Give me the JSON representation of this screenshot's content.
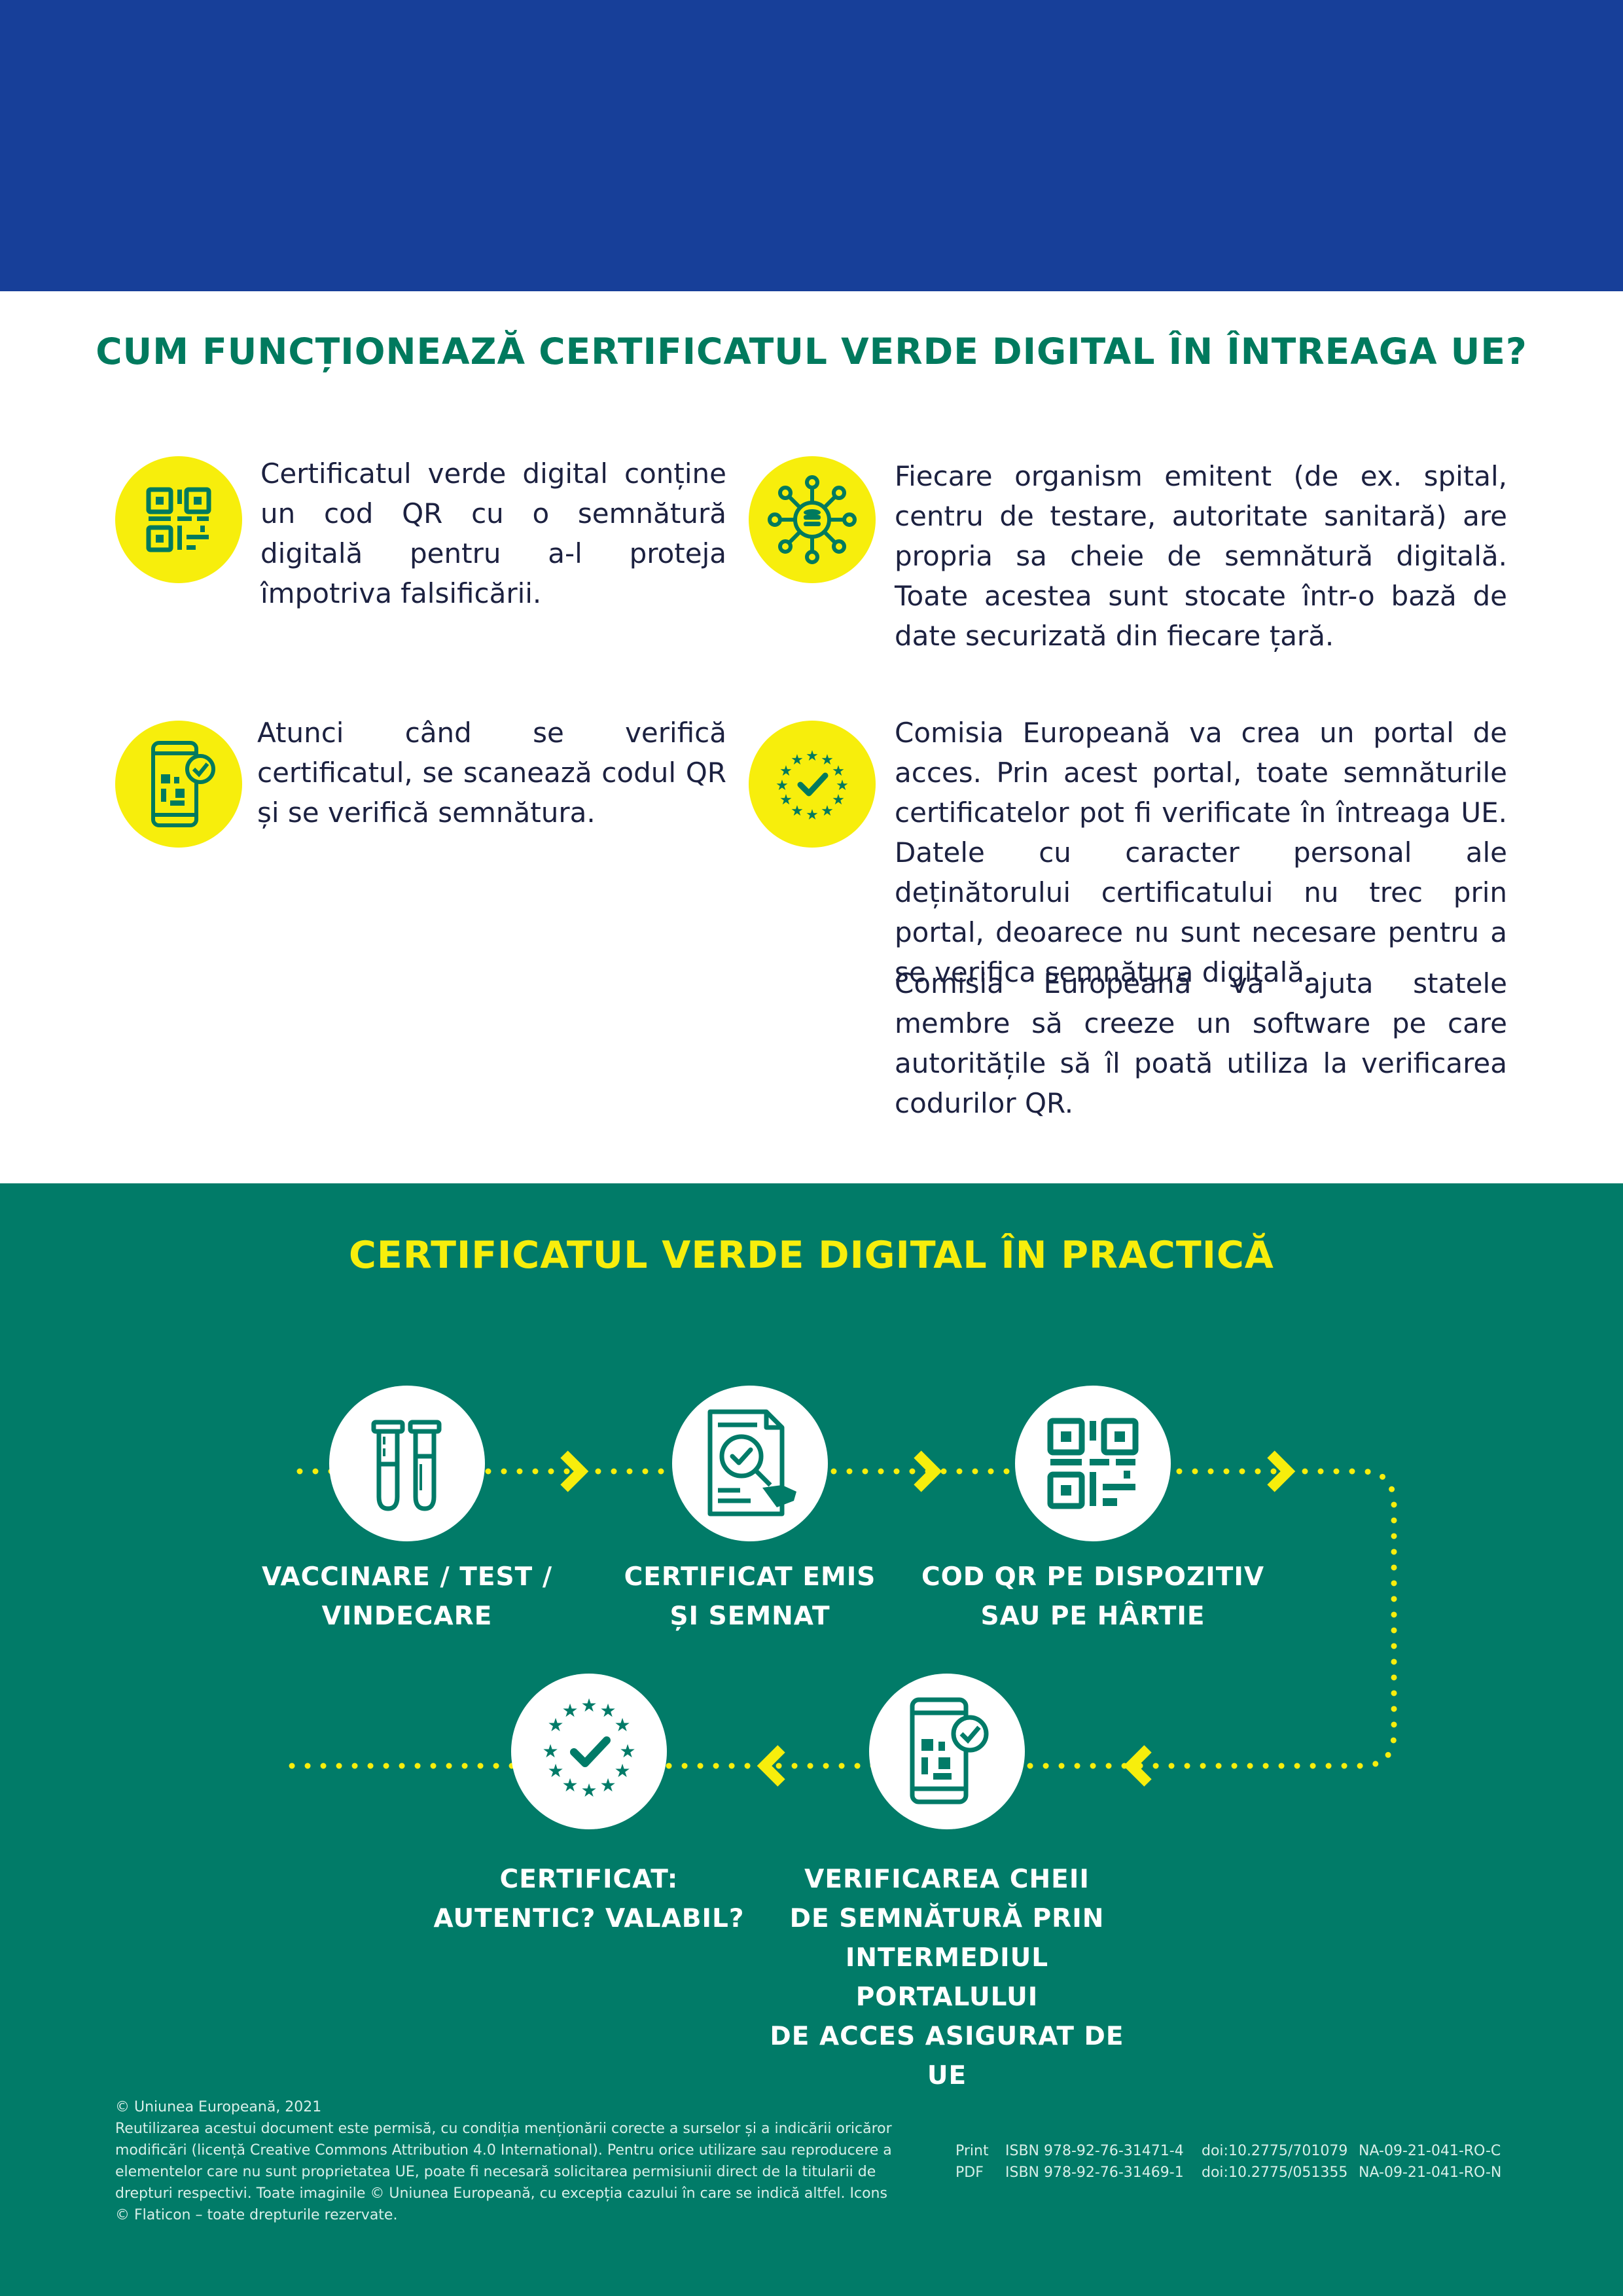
{
  "section1": {
    "title": "CUM FUNCȚIONEAZĂ CERTIFICATUL VERDE DIGITAL ÎN ÎNTREAGA UE?",
    "features": [
      {
        "icon": "qr-code-icon",
        "text": "Certificatul verde digital conține un cod QR cu o semnătură digitală pentru a-l proteja împotriva falsificării."
      },
      {
        "icon": "database-network-icon",
        "text": "Fiecare organism emitent (de ex. spital, centru de testare, autoritate sanitară) are propria sa cheie de semnătură digitală. Toate acestea sunt stocate într-o bază de date securizată din fiecare țară."
      },
      {
        "icon": "phone-scan-check-icon",
        "text": "Atunci când se verifică certificatul, se scanează codul QR și se verifică semnătura."
      },
      {
        "icon": "eu-stars-check-icon",
        "text": "Comisia Europeană va crea un portal de acces. Prin acest portal, toate semnăturile certificatelor pot fi verificate în întreaga UE. Datele cu caracter personal ale deținătorului certificatului nu trec prin portal, deoarece nu sunt necesare pentru a se verifica semnătura digitală.",
        "text2": "Comisia Europeană va ajuta statele membre să creeze un software pe care autoritățile să îl poată utiliza la verificarea codurilor QR."
      }
    ]
  },
  "section2": {
    "title": "CERTIFICATUL VERDE DIGITAL ÎN PRACTICĂ",
    "steps": [
      {
        "icon": "test-tubes-icon",
        "label": "VACCINARE / TEST /\nVINDECARE"
      },
      {
        "icon": "document-magnifier-icon",
        "label": "CERTIFICAT EMIS\nȘI SEMNAT"
      },
      {
        "icon": "qr-code-icon",
        "label": "COD QR PE DISPOZITIV\nSAU PE HÂRTIE"
      },
      {
        "icon": "phone-scan-check-icon",
        "label": "VERIFICAREA CHEII\nDE SEMNĂTURĂ PRIN\nINTERMEDIUL PORTALULUI\nDE ACCES ASIGURAT DE UE"
      },
      {
        "icon": "eu-stars-check-icon",
        "label": "CERTIFICAT:\nAUTENTIC? VALABIL?"
      }
    ]
  },
  "footer": {
    "copyright": "© Uniunea Europeană, 2021",
    "notice": "Reutilizarea acestui document este permisă, cu condiția menționării corecte a surselor și a indicării oricăror modificări (licență Creative Commons Attribution 4.0 International). Pentru orice utilizare sau reproducere a elementelor care nu sunt proprietatea UE, poate fi necesară solicitarea permisiunii direct de la titularii de drepturi respectivi. Toate imaginile © Uniunea Europeană, cu excepția cazului în care se indică altfel. Icons © Flaticon – toate drepturile rezervate.",
    "publications": [
      {
        "format": "Print",
        "isbn": "ISBN 978-92-76-31471-4",
        "doi": "doi:10.2775/701079",
        "catalogue": "NA-09-21-041-RO-C"
      },
      {
        "format": "PDF",
        "isbn": "ISBN 978-92-76-31469-1",
        "doi": "doi:10.2775/051355",
        "catalogue": "NA-09-21-041-RO-N"
      }
    ]
  },
  "colors": {
    "eu_blue": "#173f99",
    "eu_green": "#017b68",
    "eu_yellow": "#f7ee0c",
    "text_dark": "#1c2140",
    "title_green": "#007a5e"
  }
}
